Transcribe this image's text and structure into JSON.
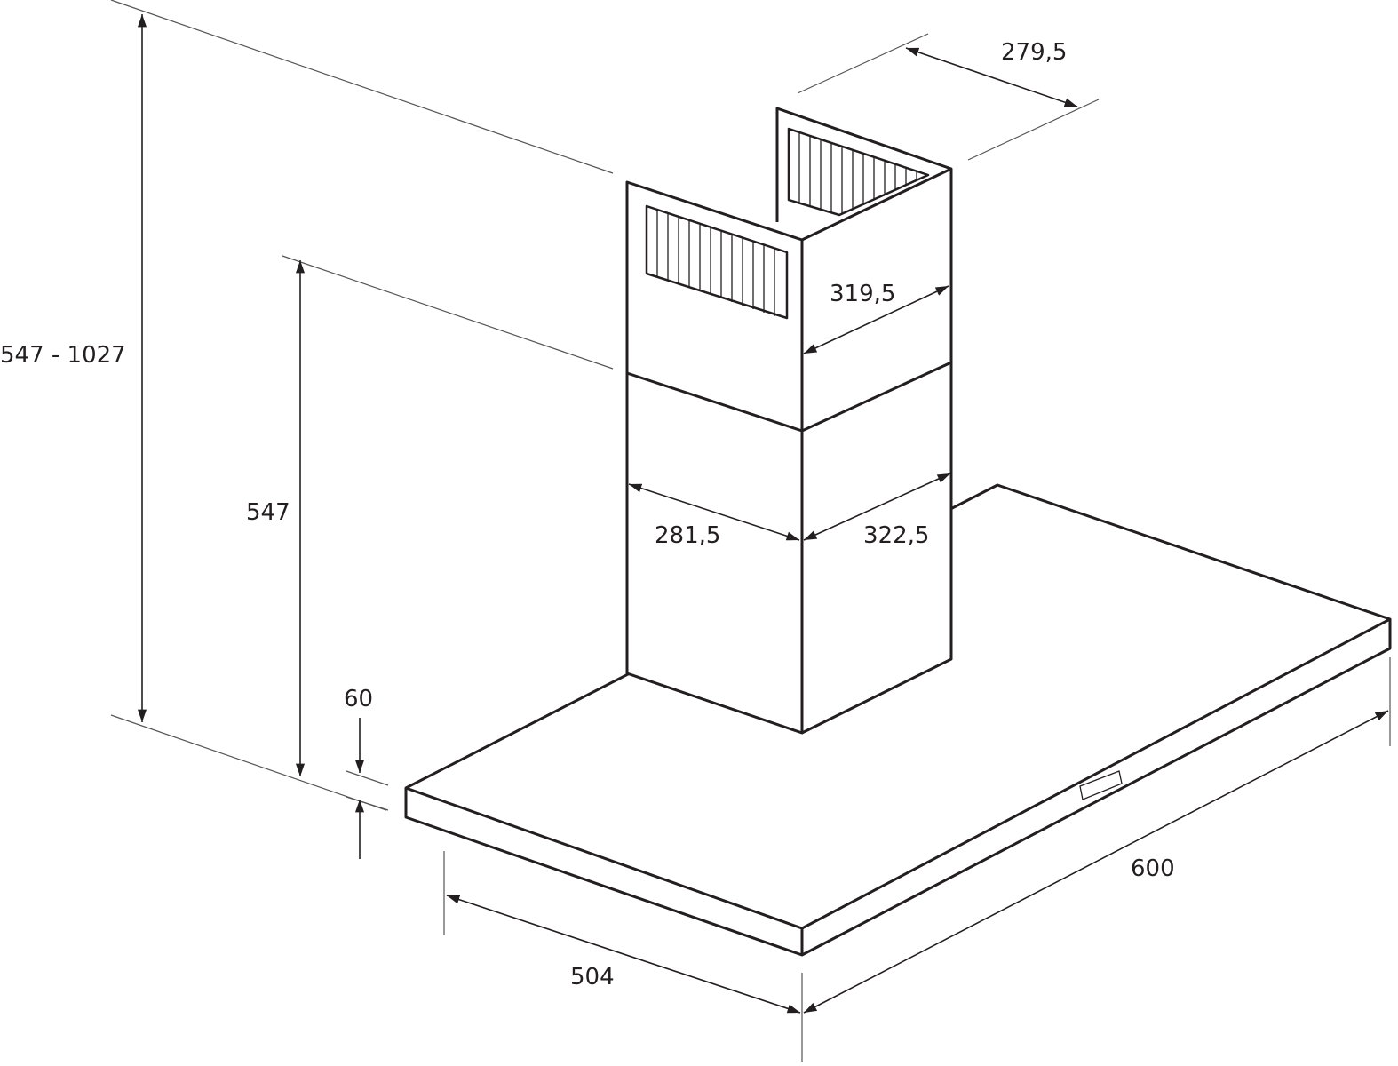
{
  "title": "Range hood dimension drawing",
  "colors": {
    "line": "#231f20",
    "background": "#ffffff"
  },
  "dimensions": {
    "total_height": "547 - 1027",
    "chimney_height": "547",
    "hood_thickness": "60",
    "depth": "504",
    "width": "600",
    "upper_chimney_depth": "279,5",
    "upper_chimney_width": "319,5",
    "lower_chimney_depth": "281,5",
    "lower_chimney_width": "322,5"
  }
}
